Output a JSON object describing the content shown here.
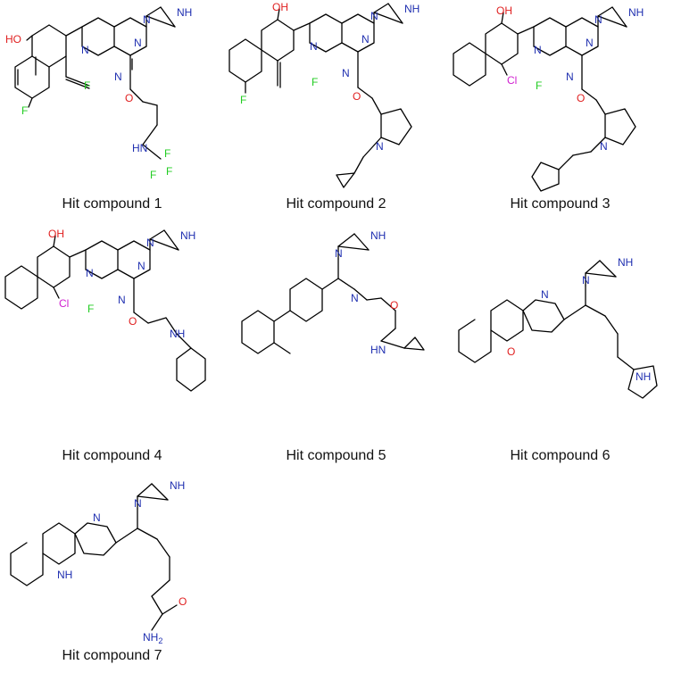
{
  "compounds": [
    {
      "caption": "Hit compound 1",
      "labels": {
        "oh": "HO",
        "f1": "F",
        "f2": "F",
        "n1": "N",
        "n2": "N",
        "n3": "N",
        "n4": "N",
        "nh": "NH",
        "o": "O",
        "hn": "HN",
        "cf3a": "F",
        "cf3b": "F",
        "cf3c": "F"
      }
    },
    {
      "caption": "Hit compound 2",
      "labels": {
        "oh": "OH",
        "f1": "F",
        "f2": "F",
        "n1": "N",
        "n2": "N",
        "n3": "N",
        "n4": "N",
        "nh": "NH",
        "o": "O",
        "n5": "N"
      }
    },
    {
      "caption": "Hit compound 3",
      "labels": {
        "oh": "OH",
        "cl": "Cl",
        "f1": "F",
        "n1": "N",
        "n2": "N",
        "n3": "N",
        "n4": "N",
        "nh": "NH",
        "o": "O",
        "n5": "N"
      }
    },
    {
      "caption": "Hit compound 4",
      "labels": {
        "oh": "OH",
        "cl": "Cl",
        "f1": "F",
        "n1": "N",
        "n2": "N",
        "n3": "N",
        "n4": "N",
        "nh": "NH",
        "o": "O",
        "nh2": "NH"
      }
    },
    {
      "caption": "Hit compound 5",
      "labels": {
        "n1": "N",
        "n2": "N",
        "nh": "NH",
        "o": "O",
        "hn": "HN"
      }
    },
    {
      "caption": "Hit compound 6",
      "labels": {
        "n1": "N",
        "n2": "N",
        "nh": "NH",
        "o": "O",
        "nh2": "NH"
      }
    },
    {
      "caption": "Hit compound 7",
      "labels": {
        "n1": "N",
        "n2": "N",
        "nh": "NH",
        "nh2": "NH",
        "o": "O",
        "nh3": "NH",
        "two": "2"
      }
    }
  ]
}
